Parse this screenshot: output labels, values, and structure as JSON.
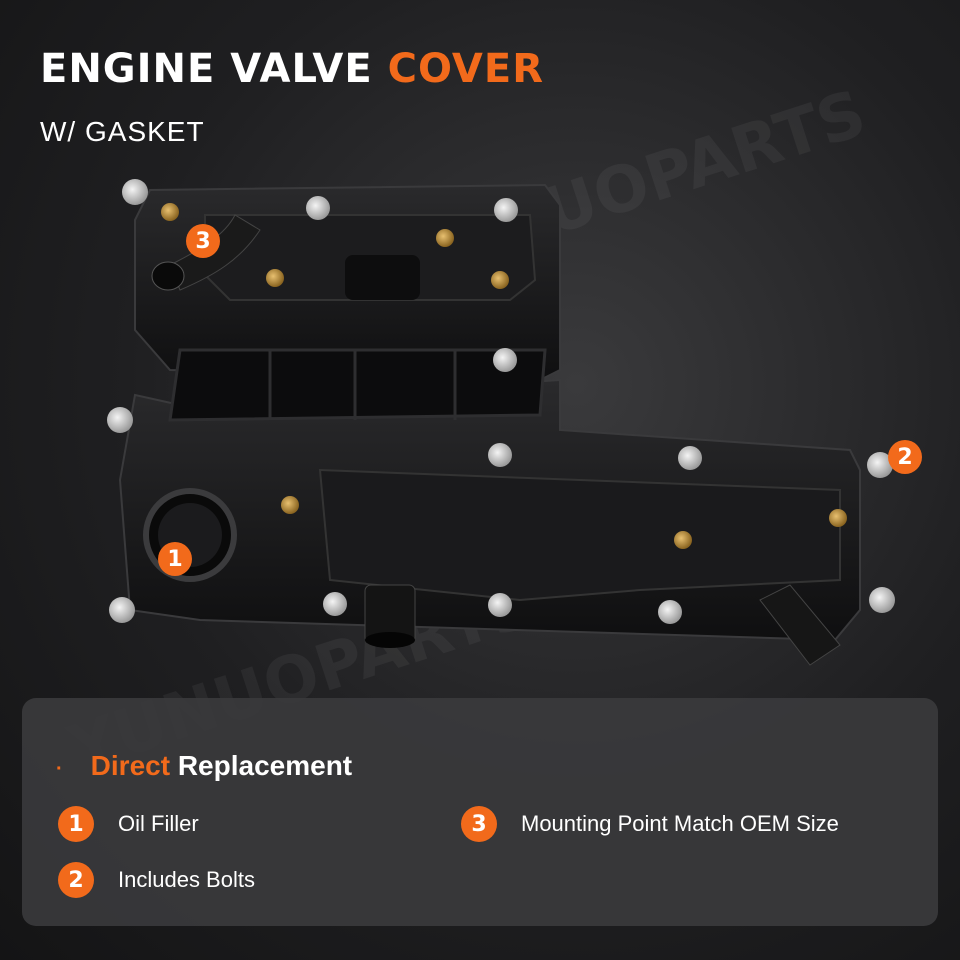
{
  "header": {
    "title_main": "ENGINE VALVE ",
    "title_accent": "COVER",
    "subtitle": "W/ GASKET"
  },
  "watermark": {
    "brand": "YUNUOPARTS"
  },
  "callouts": {
    "one": "1",
    "two": "2",
    "three": "3"
  },
  "panel": {
    "heading_accent": "Direct",
    "heading_rest": " Replacement",
    "bullet": "·",
    "features": [
      {
        "num": "1",
        "label": "Oil Filler"
      },
      {
        "num": "2",
        "label": "Includes Bolts"
      },
      {
        "num": "3",
        "label": "Mounting Point Match OEM Size"
      }
    ]
  },
  "colors": {
    "accent": "#f26a1b",
    "background": "#1f1f21",
    "panel": "#3a3a3c"
  }
}
